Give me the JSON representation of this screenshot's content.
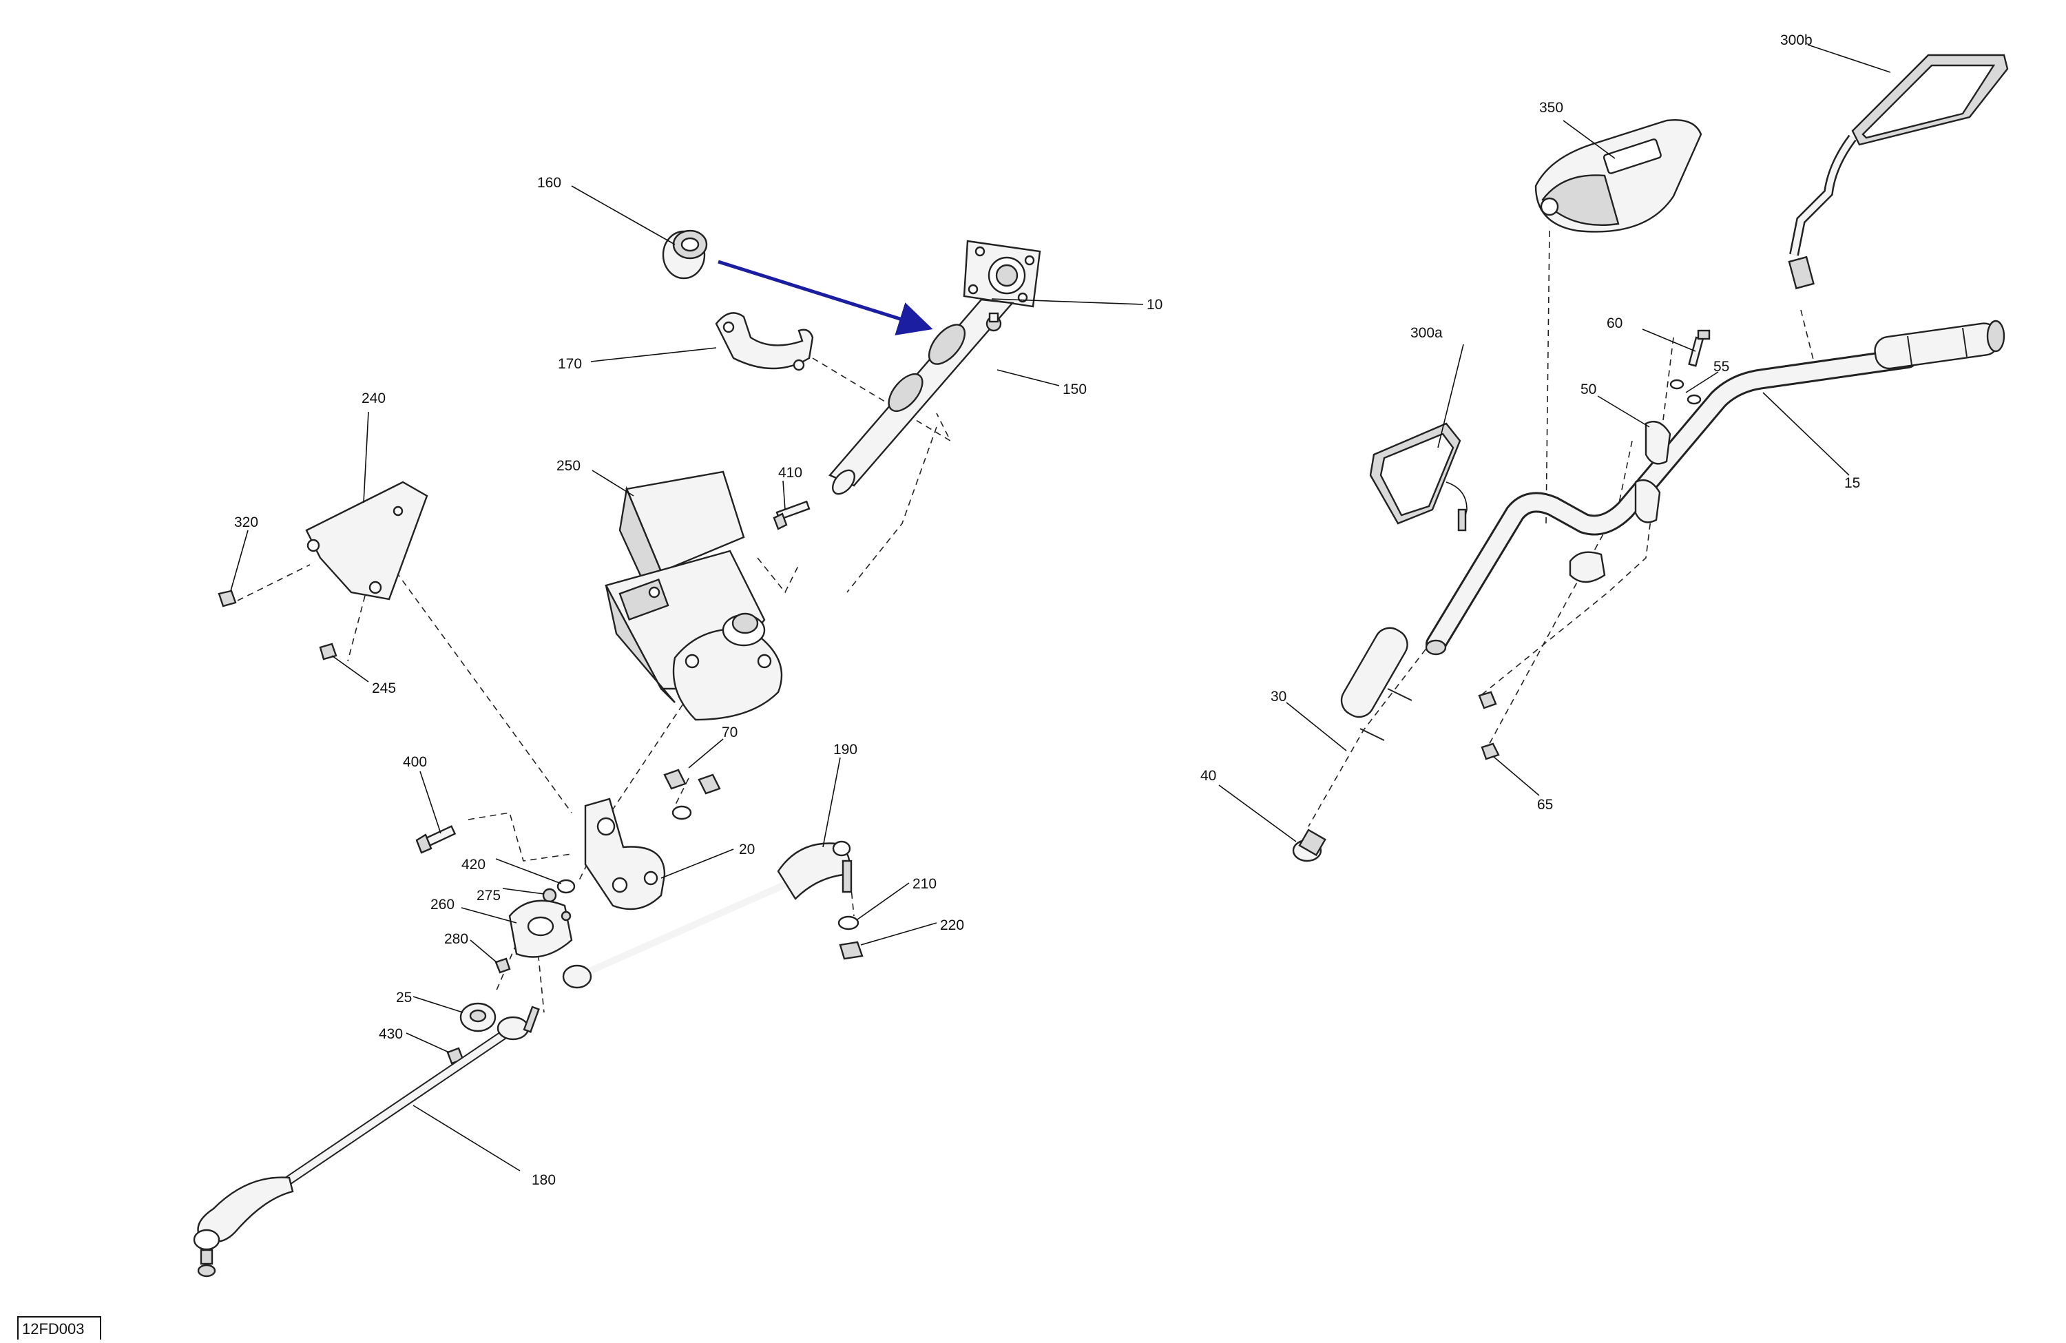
{
  "diagram_id": "12FD003",
  "accent_arrow_color": "#1b1ea0",
  "callouts": {
    "c10": "10",
    "c15": "15",
    "c20": "20",
    "c25": "25",
    "c30": "30",
    "c40": "40",
    "c50": "50",
    "c55": "55",
    "c60": "60",
    "c65": "65",
    "c70": "70",
    "c150": "150",
    "c160": "160",
    "c170": "170",
    "c180": "180",
    "c190": "190",
    "c210": "210",
    "c220": "220",
    "c240": "240",
    "c245": "245",
    "c250": "250",
    "c260": "260",
    "c275": "275",
    "c280": "280",
    "c300a": "300a",
    "c300b": "300b",
    "c320": "320",
    "c350": "350",
    "c400": "400",
    "c410": "410",
    "c420": "420",
    "c430": "430"
  }
}
